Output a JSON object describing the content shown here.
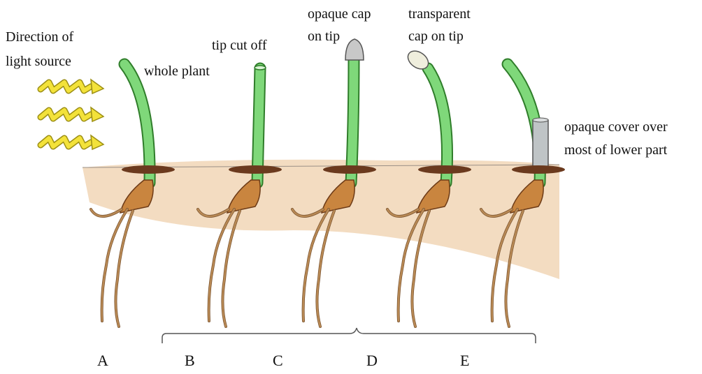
{
  "labels": {
    "light_line1": "Direction of",
    "light_line2": "light source",
    "whole_plant": "whole plant",
    "tip_cut_off": "tip cut off",
    "opaque_cap_line1": "opaque cap",
    "opaque_cap_line2": "on tip",
    "transparent_line1": "transparent",
    "transparent_line2": "cap on tip",
    "cover_line1": "opaque cover over",
    "cover_line2": "most of lower part"
  },
  "letters": [
    "A",
    "B",
    "C",
    "D",
    "E"
  ],
  "colors": {
    "stem": "#7fd87a",
    "stem_edge": "#2f7d2a",
    "soil": "#f3dcc1",
    "dirt": "#6b3a1e",
    "root": "#b98a55",
    "seed": "#c9853f",
    "arrow": "#f3e23a",
    "cap_opaque": "#c8c8c8",
    "cap_transparent": "#efeedd",
    "cover": "#bfc4c6"
  }
}
